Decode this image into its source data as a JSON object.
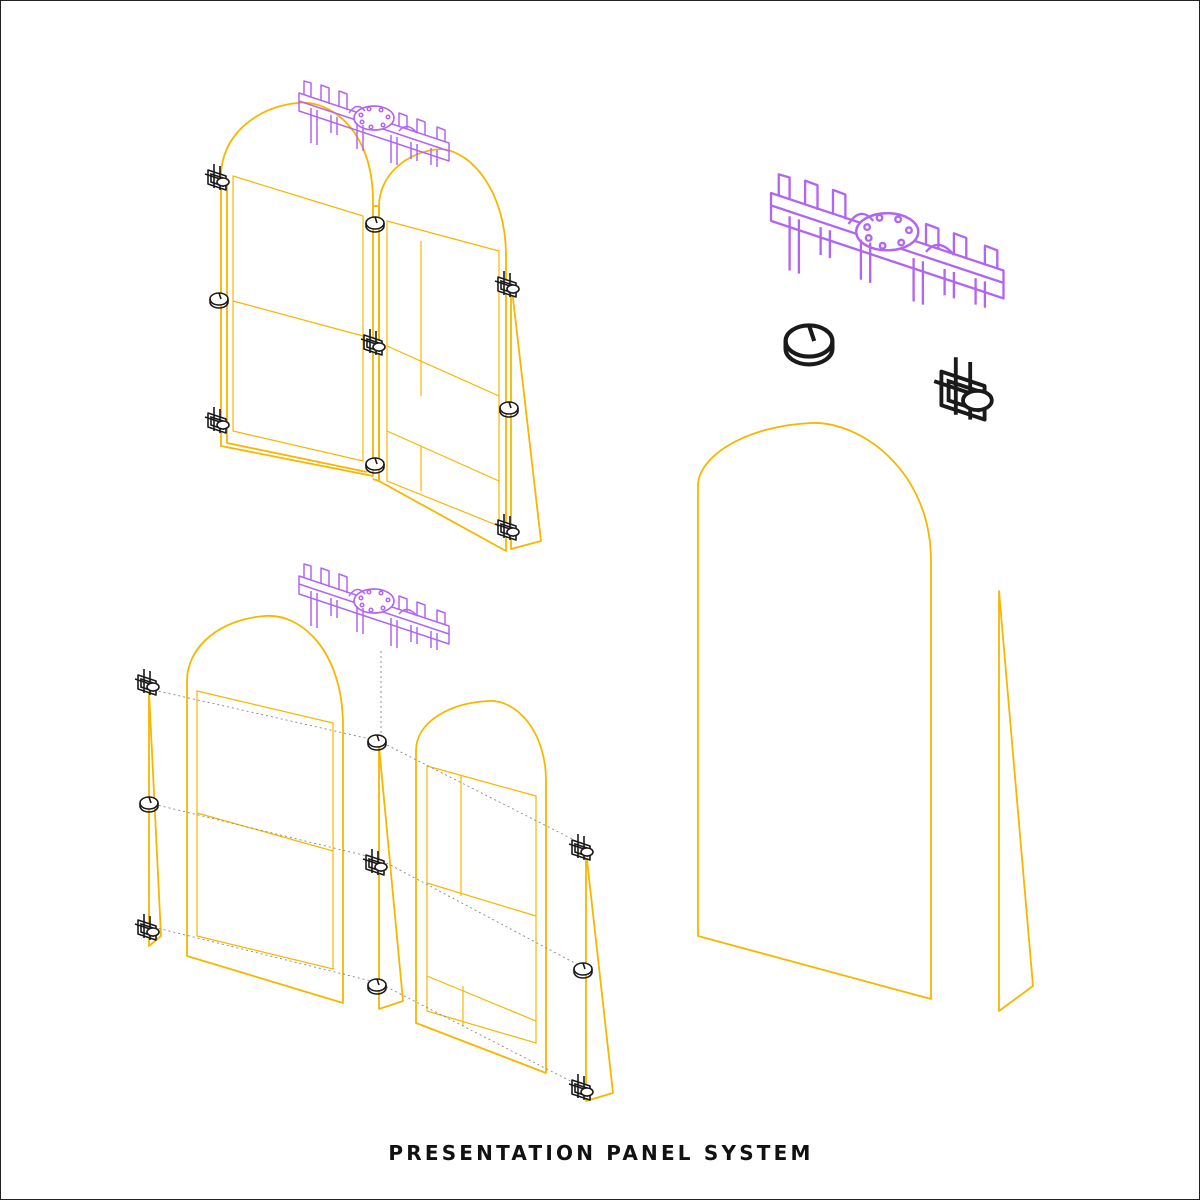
{
  "title": "PRESENTATION PANEL SYSTEM",
  "colors": {
    "panel": "#F5B700",
    "cap": "#B266F0",
    "connector": "#1a1a1a",
    "background": "#ffffff"
  },
  "components": [
    {
      "name": "assembled-arch-panels",
      "icon": "arched-panel-pair"
    },
    {
      "name": "exploded-arch-panels",
      "icon": "arched-panel-pair"
    },
    {
      "name": "arch-panel",
      "icon": "arched-panel"
    },
    {
      "name": "side-brace",
      "icon": "wedge-brace"
    },
    {
      "name": "top-cap-connector",
      "icon": "cap-rail"
    },
    {
      "name": "round-clip",
      "icon": "disc-clip"
    },
    {
      "name": "corner-bracket-clip",
      "icon": "bracket-clip"
    }
  ]
}
